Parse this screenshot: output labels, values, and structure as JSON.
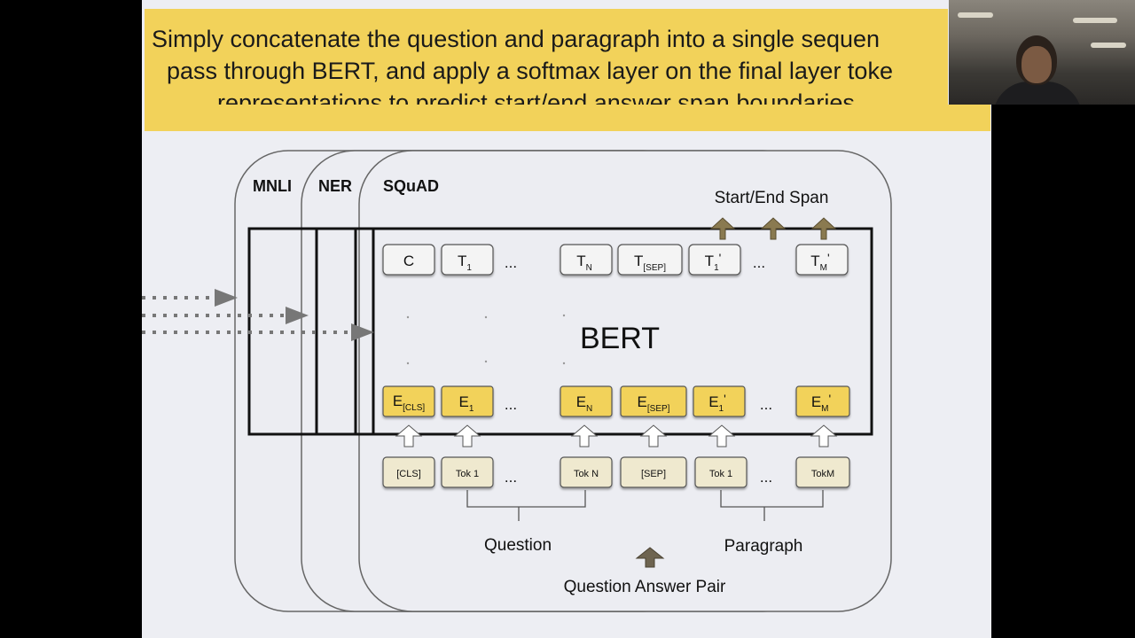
{
  "caption": {
    "lines": [
      "Simply concatenate the question and paragraph into a single sequen",
      "pass through BERT, and apply a softmax layer on the final layer toke",
      "representations to predict start/end answer span boundaries"
    ]
  },
  "diagram": {
    "task_labels": [
      "MNLI",
      "NER",
      "SQuAD"
    ],
    "output_label": "Start/End Span",
    "model_label": "BERT",
    "output_tokens": [
      {
        "main": "C",
        "sub": "",
        "sup": ""
      },
      {
        "main": "T",
        "sub": "1",
        "sup": ""
      },
      {
        "main": "T",
        "sub": "N",
        "sup": ""
      },
      {
        "main": "T",
        "sub": "[SEP]",
        "sup": ""
      },
      {
        "main": "T",
        "sub": "1",
        "sup": "'"
      },
      {
        "main": "T",
        "sub": "M",
        "sup": "'"
      }
    ],
    "embedding_tokens": [
      {
        "main": "E",
        "sub": "[CLS]",
        "sup": ""
      },
      {
        "main": "E",
        "sub": "1",
        "sup": ""
      },
      {
        "main": "E",
        "sub": "N",
        "sup": ""
      },
      {
        "main": "E",
        "sub": "[SEP]",
        "sup": ""
      },
      {
        "main": "E",
        "sub": "1",
        "sup": "'"
      },
      {
        "main": "E",
        "sub": "M",
        "sup": "'"
      }
    ],
    "input_tokens": [
      "[CLS]",
      "Tok 1",
      "Tok N",
      "[SEP]",
      "Tok 1",
      "TokM"
    ],
    "ellipsis": "...",
    "question_label": "Question",
    "paragraph_label": "Paragraph",
    "pair_label": "Question Answer Pair",
    "colors": {
      "embedding_fill": "#f2d25a",
      "output_fill": "#f4f4f4",
      "input_fill": "#efe9cf",
      "arrow_fill": "#8a7a50",
      "input_arrow_fill": "#ffffff",
      "dotted_arrow": "#777777"
    }
  }
}
